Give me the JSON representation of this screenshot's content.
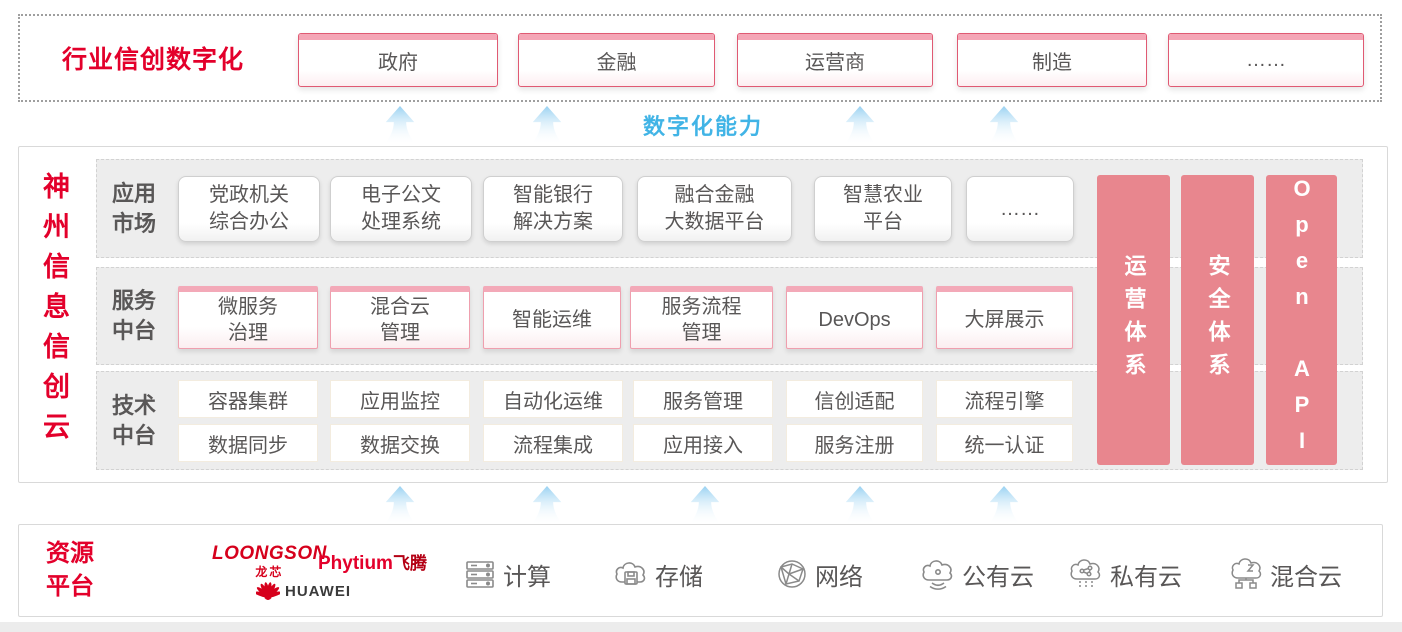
{
  "top_banner": {
    "title": "行业信创数字化",
    "industries": [
      "政府",
      "金融",
      "运营商",
      "制造",
      "……"
    ]
  },
  "capability": {
    "label": "数字化能力"
  },
  "platform": {
    "vertical_title": "神州信息信创云",
    "app_market": {
      "label": "应用\n市场",
      "items": [
        "党政机关\n综合办公",
        "电子公文\n处理系统",
        "智能银行\n解决方案",
        "融合金融\n大数据平台",
        "智慧农业\n平台",
        "……"
      ]
    },
    "service_platform": {
      "label": "服务\n中台",
      "items": [
        "微服务\n治理",
        "混合云\n管理",
        "智能运维",
        "服务流程\n管理",
        "DevOps",
        "大屏展示"
      ]
    },
    "tech_platform": {
      "label": "技术\n中台",
      "row1": [
        "容器集群",
        "应用监控",
        "自动化运维",
        "服务管理",
        "信创适配",
        "流程引擎"
      ],
      "row2": [
        "数据同步",
        "数据交换",
        "流程集成",
        "应用接入",
        "服务注册",
        "统一认证"
      ]
    },
    "pillars": [
      "运营体系",
      "安全体系",
      "Open API"
    ]
  },
  "resource_platform": {
    "label": "资源\n平台",
    "vendors": {
      "loongson": "LOONGSON",
      "loongson_cn": "龙芯",
      "phytium": "Phytium",
      "phytium_cn": "飞腾",
      "huawei": "HUAWEI"
    },
    "resources": [
      "计算",
      "存储",
      "网络",
      "公有云",
      "私有云",
      "混合云"
    ]
  },
  "colors": {
    "red": "#e3002b",
    "pillar_pink": "#e8868e",
    "blue": "#41b4e6"
  }
}
